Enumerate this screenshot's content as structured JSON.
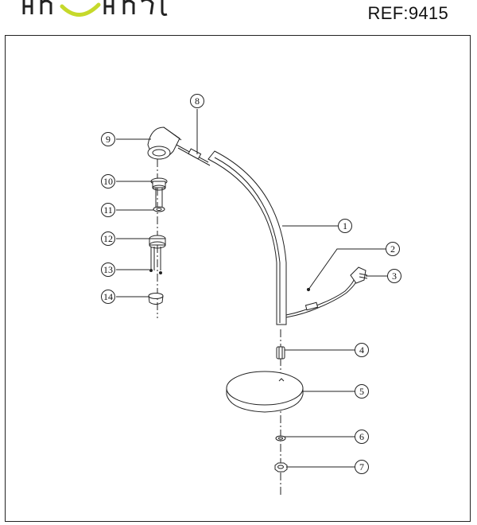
{
  "header": {
    "ref_label": "REF:9415",
    "brand_accent": "#c6d92b"
  },
  "callouts": [
    {
      "id": "part-1",
      "number": "1"
    },
    {
      "id": "part-2",
      "number": "2"
    },
    {
      "id": "part-3",
      "number": "3"
    },
    {
      "id": "part-4",
      "number": "4"
    },
    {
      "id": "part-5",
      "number": "5"
    },
    {
      "id": "part-6",
      "number": "6"
    },
    {
      "id": "part-7",
      "number": "7"
    },
    {
      "id": "part-8",
      "number": "8"
    },
    {
      "id": "part-9",
      "number": "9"
    },
    {
      "id": "part-10",
      "number": "10"
    },
    {
      "id": "part-11",
      "number": "11"
    },
    {
      "id": "part-12",
      "number": "12"
    },
    {
      "id": "part-13",
      "number": "13"
    },
    {
      "id": "part-14",
      "number": "14"
    }
  ]
}
